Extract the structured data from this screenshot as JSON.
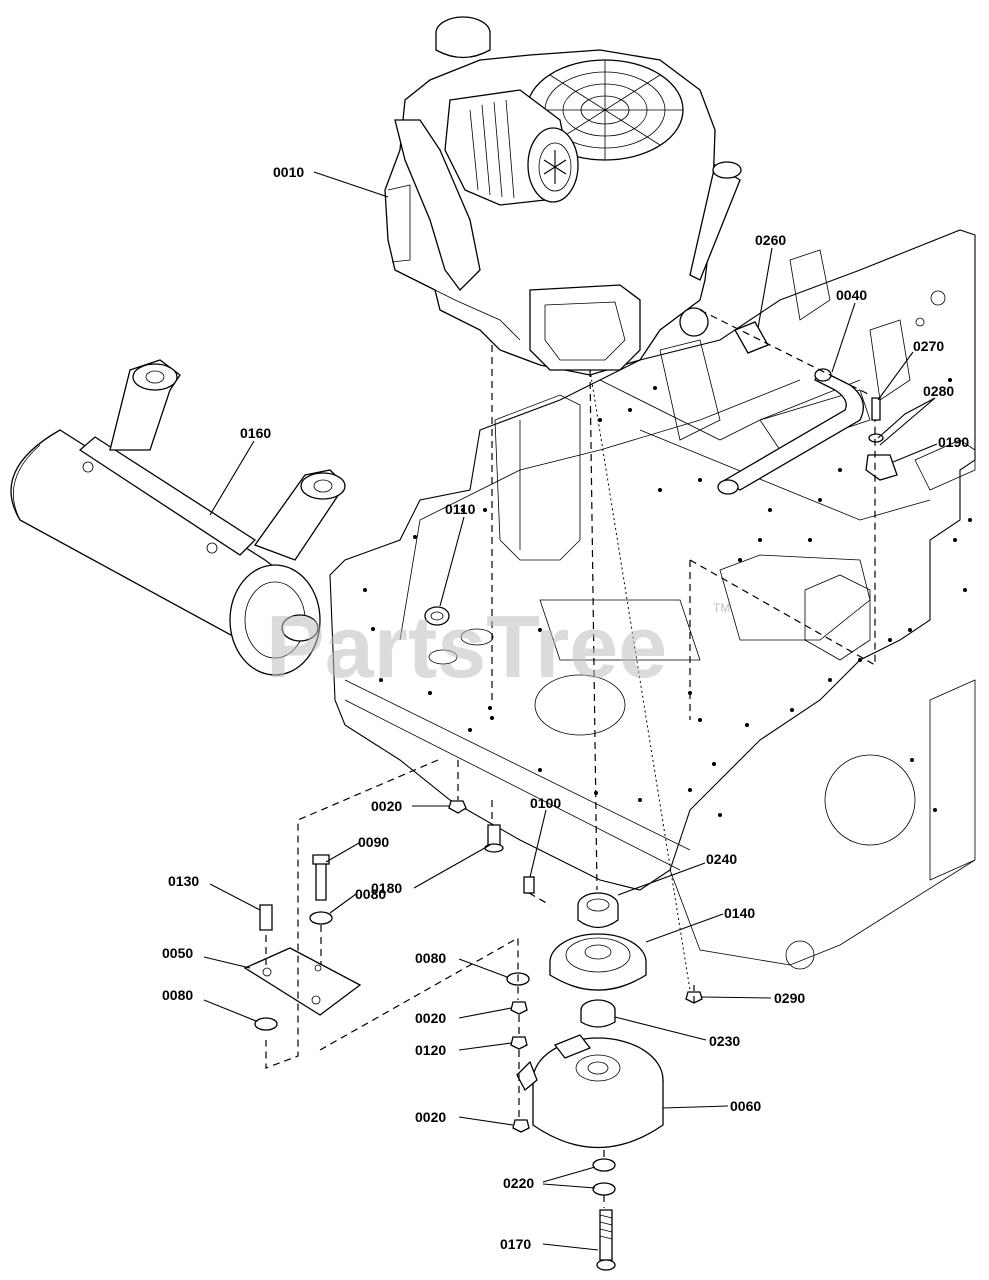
{
  "watermark": {
    "text": "PartsTree",
    "trademark": "TM"
  },
  "callouts": [
    {
      "id": "c0010",
      "label": "0010"
    },
    {
      "id": "c0260",
      "label": "0260"
    },
    {
      "id": "c0040",
      "label": "0040"
    },
    {
      "id": "c0270",
      "label": "0270"
    },
    {
      "id": "c0280",
      "label": "0280"
    },
    {
      "id": "c0190",
      "label": "0190"
    },
    {
      "id": "c0160",
      "label": "0160"
    },
    {
      "id": "c0110",
      "label": "0110"
    },
    {
      "id": "c0020a",
      "label": "0020"
    },
    {
      "id": "c0100",
      "label": "0100"
    },
    {
      "id": "c0090",
      "label": "0090"
    },
    {
      "id": "c0180",
      "label": "0180"
    },
    {
      "id": "c0240",
      "label": "0240"
    },
    {
      "id": "c0130",
      "label": "0130"
    },
    {
      "id": "c0080a",
      "label": "0080"
    },
    {
      "id": "c0140",
      "label": "0140"
    },
    {
      "id": "c0050",
      "label": "0050"
    },
    {
      "id": "c0080b",
      "label": "0080"
    },
    {
      "id": "c0290",
      "label": "0290"
    },
    {
      "id": "c0080c",
      "label": "0080"
    },
    {
      "id": "c0020b",
      "label": "0020"
    },
    {
      "id": "c0230",
      "label": "0230"
    },
    {
      "id": "c0120",
      "label": "0120"
    },
    {
      "id": "c0020c",
      "label": "0020"
    },
    {
      "id": "c0060",
      "label": "0060"
    },
    {
      "id": "c0220",
      "label": "0220"
    },
    {
      "id": "c0170",
      "label": "0170"
    }
  ]
}
